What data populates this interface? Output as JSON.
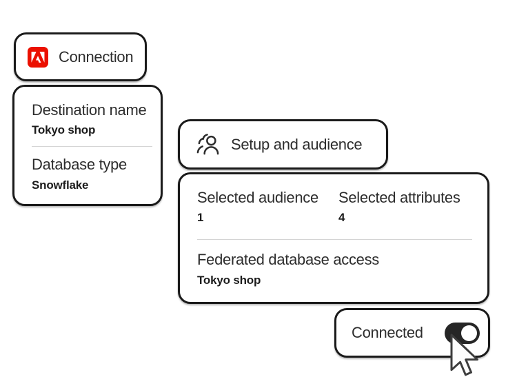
{
  "colors": {
    "card_border": "#1a1a1a",
    "card_bg": "#ffffff",
    "text_primary": "#2d2d2d",
    "text_value": "#1c1c1c",
    "divider": "#d4d4d4",
    "adobe_red": "#eb1000",
    "toggle_on": "#262626",
    "toggle_knob": "#ffffff",
    "page_bg": "#ffffff"
  },
  "icons": {
    "connection": "adobe-logo",
    "setup": "audience-group-icon",
    "pointer": "arrow-pointer-icon"
  },
  "cards": {
    "connection": {
      "title": "Connection"
    },
    "details": {
      "fields": [
        {
          "label": "Destination name",
          "value": "Tokyo shop"
        },
        {
          "label": "Database type",
          "value": "Snowflake"
        }
      ]
    },
    "setup": {
      "title": "Setup and audience"
    },
    "summary": {
      "stats": [
        {
          "label": "Selected audience",
          "value": "1"
        },
        {
          "label": "Selected attributes",
          "value": "4"
        }
      ],
      "access": {
        "label": "Federated database access",
        "value": "Tokyo shop"
      }
    },
    "connected": {
      "label": "Connected",
      "toggle": "on"
    }
  }
}
